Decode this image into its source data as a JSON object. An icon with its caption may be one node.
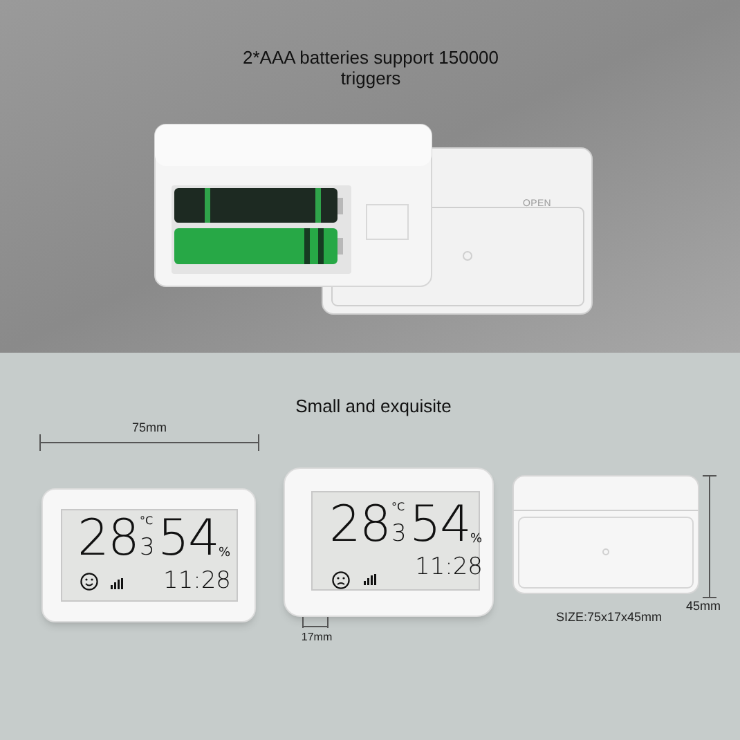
{
  "diagram": {
    "labels": [
      "2*AAA batteries support 150000 triggers",
      "OPEN",
      "Small and exquisite",
      "75mm",
      "28",
      "°C",
      "3",
      "54",
      "%",
      "11:28",
      "28",
      "°C",
      "3",
      "54",
      "%",
      "11:28",
      "17mm",
      "45mm",
      "SIZE:75x17x45mm"
    ]
  }
}
